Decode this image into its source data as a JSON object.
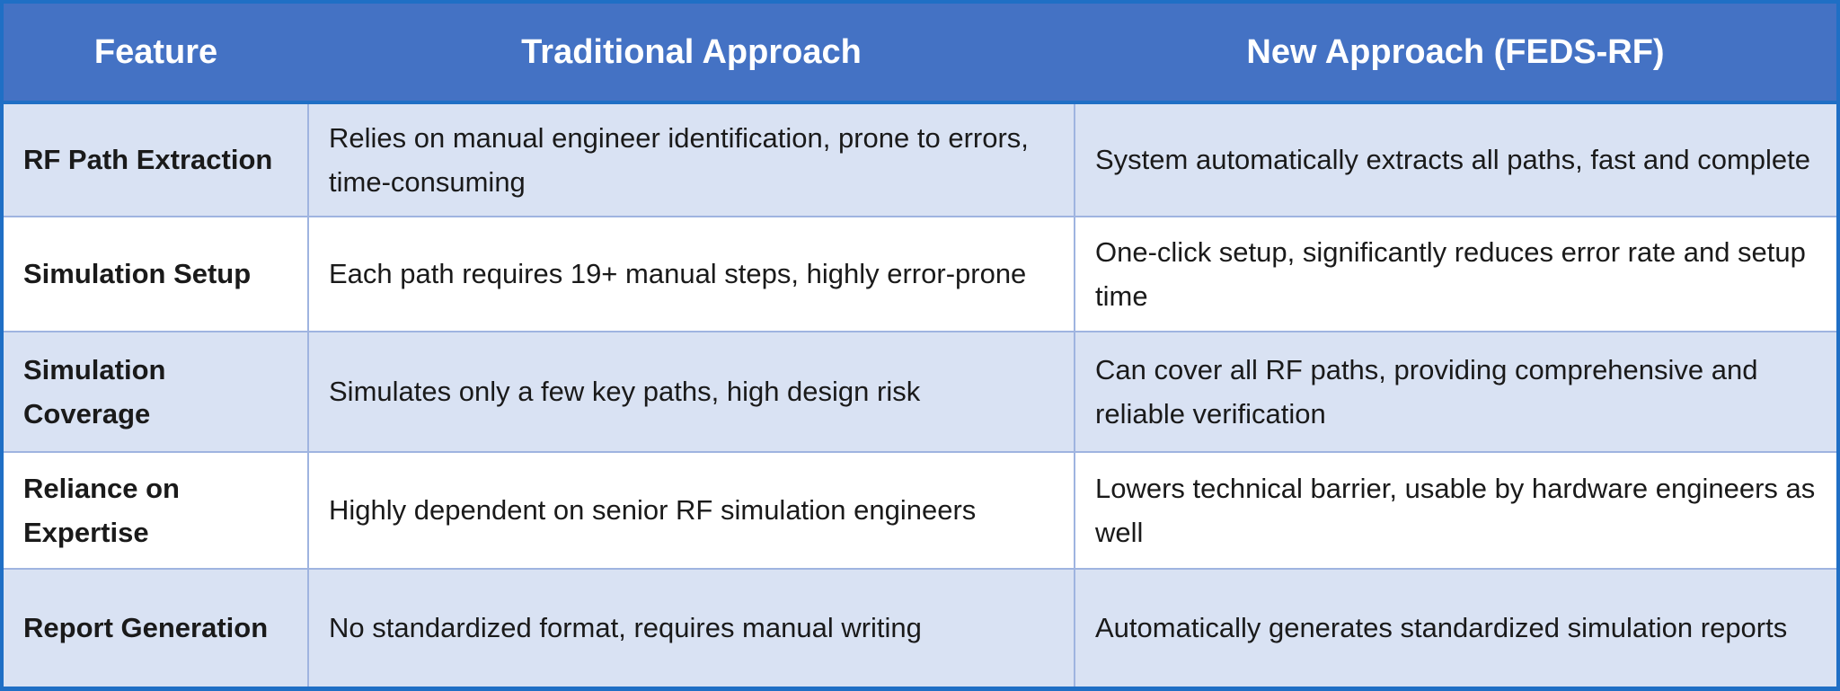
{
  "table": {
    "headers": [
      "Feature",
      "Traditional Approach",
      "New Approach (FEDS-RF)"
    ],
    "rows": [
      {
        "feature": "RF Path Extraction",
        "traditional": "Relies on manual engineer identification, prone to errors, time-consuming",
        "new": "System automatically extracts all paths, fast and complete"
      },
      {
        "feature": "Simulation Setup",
        "traditional": "Each path requires 19+ manual steps, highly error-prone",
        "new": "One-click setup, significantly reduces error rate and setup time"
      },
      {
        "feature": "Simulation Coverage",
        "traditional": "Simulates only a few key paths, high design risk",
        "new": "Can cover all RF paths, providing comprehensive and reliable verification"
      },
      {
        "feature": "Reliance on Expertise",
        "traditional": "Highly dependent on senior RF simulation engineers",
        "new": "Lowers technical barrier, usable by hardware engineers as well"
      },
      {
        "feature": "Report Generation",
        "traditional": "No standardized format, requires manual writing",
        "new": "Automatically generates standardized simulation reports"
      }
    ]
  },
  "colors": {
    "header_bg": "#4472c4",
    "header_text": "#ffffff",
    "border": "#1f6fc5",
    "row_shade": "#d9e2f3",
    "row_plain": "#ffffff",
    "grid_line": "#9fb4e0"
  }
}
